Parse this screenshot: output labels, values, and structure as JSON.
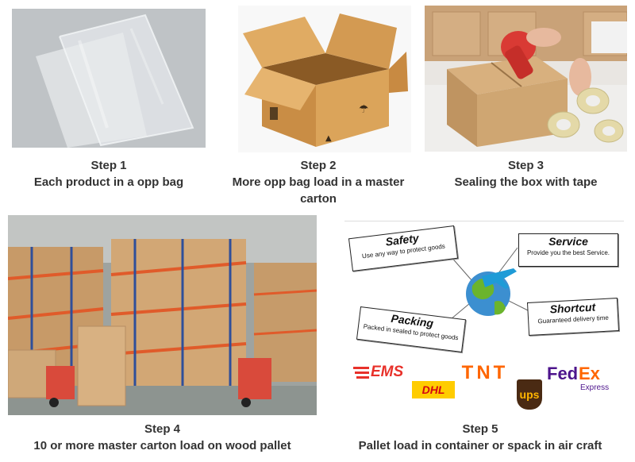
{
  "steps": [
    {
      "title": "Step 1",
      "desc": "Each product in a opp bag"
    },
    {
      "title": "Step 2",
      "desc": "More opp bag load in a master carton"
    },
    {
      "title": "Step 3",
      "desc": "Sealing the box with tape"
    },
    {
      "title": "Step 4",
      "desc": "10 or more master carton load on wood pallet"
    },
    {
      "title": "Step 5",
      "desc": "Pallet load in container or spack in air craft"
    }
  ],
  "shipping": {
    "safety": {
      "title": "Safety",
      "text": "Use any way to  protect goods"
    },
    "service": {
      "title": "Service",
      "text": "Provide you the best Service."
    },
    "packing": {
      "title": "Packing",
      "text": "Packed in sealed to protect goods"
    },
    "shortcut": {
      "title": "Shortcut",
      "text": "Guaranteed delivery time"
    }
  },
  "carriers": {
    "ems": "EMS",
    "dhl": "DHL",
    "tnt": "TNT",
    "ups": "ups",
    "fedex_fed": "Fed",
    "fedex_ex": "Ex",
    "fedex_express": "Express"
  },
  "colors": {
    "caption": "#333333",
    "ems": "#e8312a",
    "dhl_yellow": "#ffcc00",
    "dhl_red": "#d40511",
    "tnt": "#ff6600",
    "ups_brown": "#4a2a13",
    "ups_gold": "#ffb500",
    "fedex_purple": "#4d148c",
    "fedex_orange": "#ff6600"
  }
}
